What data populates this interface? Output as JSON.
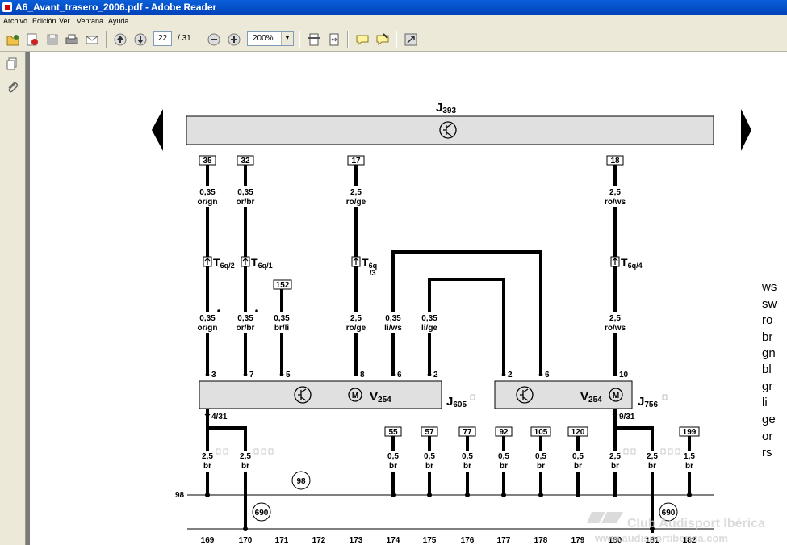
{
  "window": {
    "title": "A6_Avant_trasero_2006.pdf - Adobe Reader"
  },
  "menu": {
    "items": [
      "Archivo",
      "Edición",
      "Ver",
      "Ventana",
      "Ayuda"
    ]
  },
  "toolbar": {
    "current_page": "22",
    "total_pages": "/ 31",
    "zoom": "200%"
  },
  "diagram": {
    "top_unit": "J",
    "top_unit_sub": "393",
    "connector_numbers": [
      "35",
      "32",
      "17",
      "18",
      "152",
      "55",
      "57",
      "77",
      "92",
      "105",
      "120",
      "199"
    ],
    "wire_labels": [
      {
        "size": "0,35",
        "color": "or/gn"
      },
      {
        "size": "0,35",
        "color": "or/br"
      },
      {
        "size": "2,5",
        "color": "ro/ge"
      },
      {
        "size": "2,5",
        "color": "ro/ws"
      },
      {
        "size": "0,35",
        "color": "or/gn"
      },
      {
        "size": "0,35",
        "color": "or/br"
      },
      {
        "size": "0,35",
        "color": "br/li"
      },
      {
        "size": "2,5",
        "color": "ro/ge"
      },
      {
        "size": "0,35",
        "color": "li/ws"
      },
      {
        "size": "0,35",
        "color": "li/ge"
      },
      {
        "size": "2,5",
        "color": "ro/ws"
      }
    ],
    "connectors": [
      {
        "main": "T",
        "sub": "6q/2"
      },
      {
        "main": "T",
        "sub": "6q/1"
      },
      {
        "main": "T",
        "sub": "6q",
        "sub2": "/3"
      },
      {
        "main": "T",
        "sub": "6q/4"
      }
    ],
    "pins": [
      "3",
      "7",
      "5",
      "8",
      "6",
      "2",
      "2",
      "6",
      "10"
    ],
    "unit_left": {
      "name": "J",
      "sub": "605",
      "motor": "V",
      "motor_sub": "254"
    },
    "unit_right": {
      "name": "J",
      "sub": "756",
      "motor": "V",
      "motor_sub": "254"
    },
    "ground_pins": [
      "4/31",
      "9/31"
    ],
    "bottom_wires": [
      {
        "size": "2,5",
        "color": "br"
      },
      {
        "size": "2,5",
        "color": "br"
      },
      {
        "size": "0,5",
        "color": "br"
      },
      {
        "size": "0,5",
        "color": "br"
      },
      {
        "size": "0,5",
        "color": "br"
      },
      {
        "size": "0,5",
        "color": "br"
      },
      {
        "size": "0,5",
        "color": "br"
      },
      {
        "size": "0,5",
        "color": "br"
      },
      {
        "size": "2,5",
        "color": "br"
      },
      {
        "size": "2,5",
        "color": "br"
      },
      {
        "size": "1,5",
        "color": "br"
      }
    ],
    "ground_points": [
      "98",
      "98",
      "690",
      "690"
    ],
    "track_numbers": [
      "169",
      "170",
      "171",
      "172",
      "173",
      "174",
      "175",
      "176",
      "177",
      "178",
      "179",
      "180",
      "181",
      "182"
    ],
    "legend": [
      "ws",
      "sw",
      "ro",
      "br",
      "gn",
      "bl",
      "gr",
      "li",
      "ge",
      "or",
      "rs"
    ],
    "watermark_line1": "Club Audisport Ibérica",
    "watermark_line2": "www.audisportiberica.com"
  }
}
